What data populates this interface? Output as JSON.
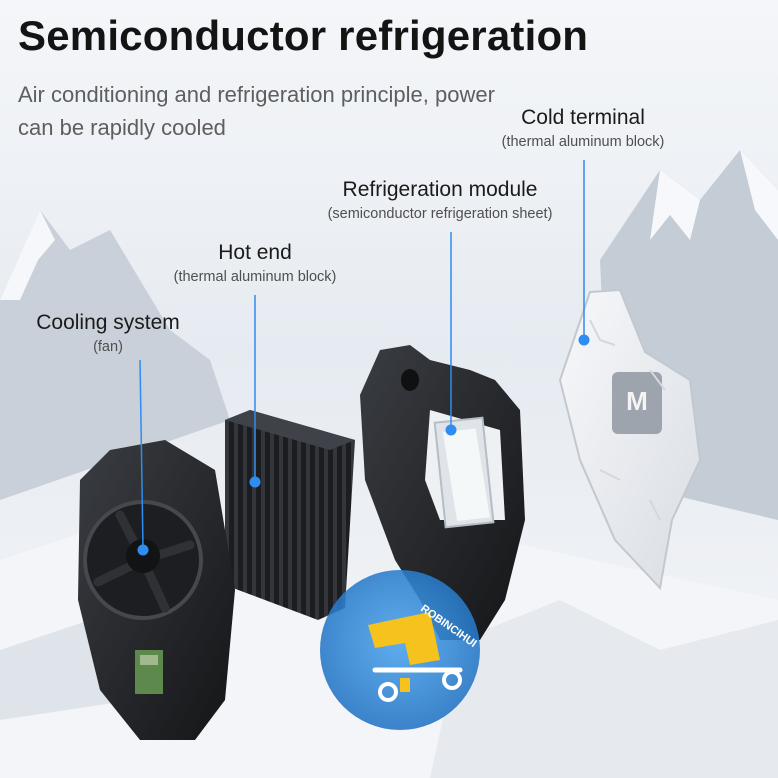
{
  "header": {
    "title": "Semiconductor refrigeration",
    "subtitle": "Air conditioning and refrigeration principle, power can be rapidly cooled"
  },
  "labels": {
    "cold_terminal": {
      "main": "Cold terminal",
      "sub": "(thermal aluminum block)"
    },
    "refrigeration_module": {
      "main": "Refrigeration module",
      "sub": "(semiconductor refrigeration sheet)"
    },
    "hot_end": {
      "main": "Hot end",
      "sub": "(thermal aluminum block)"
    },
    "cooling_system": {
      "main": "Cooling system",
      "sub": "(fan)"
    }
  },
  "colors": {
    "callout": "#2f8cf0",
    "title": "#141414",
    "watermark": "#2f86d6"
  },
  "watermark": {
    "text": "ROBINCIHUI"
  }
}
